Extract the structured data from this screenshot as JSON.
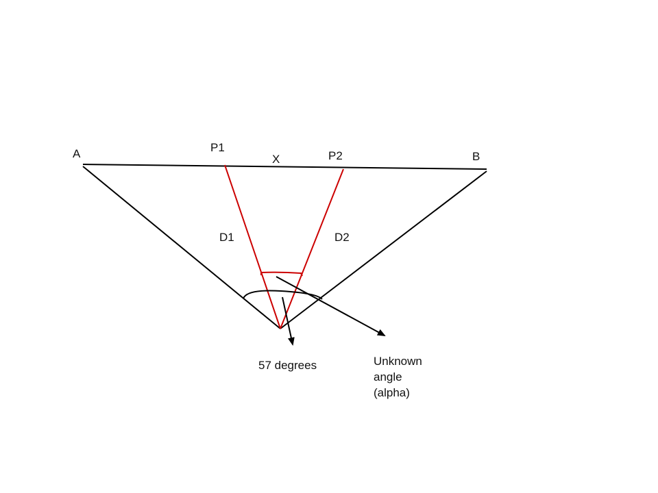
{
  "labels": {
    "a": "A",
    "b": "B",
    "p1": "P1",
    "p2": "P2",
    "x": "X",
    "d1": "D1",
    "d2": "D2",
    "angle_57": "57 degrees",
    "unknown_line1": "Unknown",
    "unknown_line2": "angle",
    "unknown_line3": "(alpha)"
  },
  "colors": {
    "outline": "#000000",
    "sight_lines": "#cc0000"
  }
}
